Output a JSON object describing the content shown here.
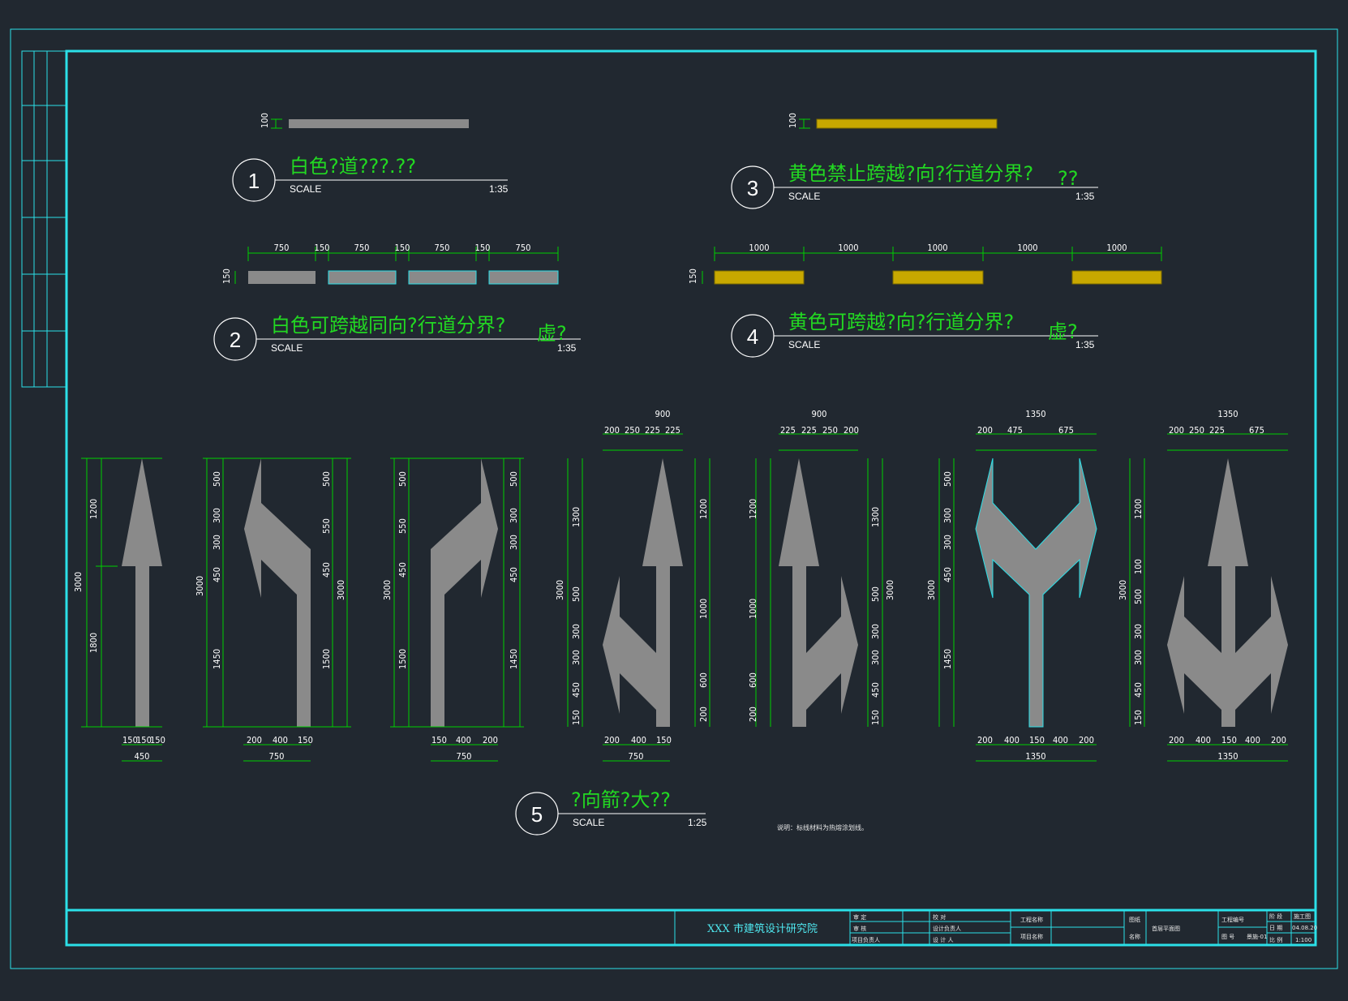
{
  "details": [
    {
      "num": "1",
      "title": "白色?道???.??",
      "scale_label": "SCALE",
      "scale": "1:35"
    },
    {
      "num": "2",
      "title": "白色可跨越同向?行道分界?",
      "suffix": "虚?",
      "scale_label": "SCALE",
      "scale": "1:35"
    },
    {
      "num": "3",
      "title": "黄色禁止跨越?向?行道分界?",
      "suffix": "??",
      "scale_label": "SCALE",
      "scale": "1:35"
    },
    {
      "num": "4",
      "title": "黄色可跨越?向?行道分界?",
      "suffix": "虚?",
      "scale_label": "SCALE",
      "scale": "1:35"
    },
    {
      "num": "5",
      "title": "?向箭?大??",
      "scale_label": "SCALE",
      "scale": "1:25"
    }
  ],
  "line_dims": {
    "d1_height": "100",
    "d3_height": "100",
    "d2_height": "150",
    "d4_height": "150",
    "d2_segments": [
      "750",
      "150",
      "750",
      "150",
      "750",
      "150",
      "750"
    ],
    "d4_segments": [
      "1000",
      "1000",
      "1000",
      "1000",
      "1000"
    ]
  },
  "arrows": {
    "a1": {
      "left": [
        "3000"
      ],
      "right": [
        "1200",
        "1800"
      ],
      "bottom": [
        "150",
        "150",
        "150"
      ],
      "total": "450"
    },
    "a2": {
      "left": [
        "3000",
        "500",
        "300",
        "300",
        "450",
        "1450"
      ],
      "right": [
        "500",
        "550",
        "450",
        "1500",
        "3000"
      ],
      "bottom": [
        "200",
        "400",
        "150"
      ],
      "total": "750"
    },
    "a3": {
      "left": [
        "3000",
        "500",
        "550",
        "450",
        "1500"
      ],
      "right": [
        "500",
        "300",
        "300",
        "450",
        "1450"
      ],
      "bottom": [
        "150",
        "400",
        "200"
      ],
      "total": "750"
    },
    "a4": {
      "top_total": "900",
      "top": [
        "200",
        "250",
        "225",
        "225"
      ],
      "left": [
        "3000",
        "1300",
        "500",
        "300",
        "300",
        "450",
        "150"
      ],
      "right": [
        "1200",
        "1000",
        "600",
        "200"
      ],
      "bottom": [
        "200",
        "400",
        "150"
      ],
      "total": "750"
    },
    "a5": {
      "top_total": "900",
      "top": [
        "225",
        "225",
        "250",
        "200"
      ],
      "left": [
        "1200",
        "1000",
        "600",
        "200"
      ],
      "right": [
        "1300",
        "500",
        "300",
        "300",
        "450",
        "150",
        "3000"
      ],
      "bottom": [],
      "total": ""
    },
    "a6": {
      "top_total": "1350",
      "top": [
        "200",
        "475",
        "675"
      ],
      "left": [
        "3000",
        "500",
        "300",
        "300",
        "450",
        "1450"
      ],
      "right": [],
      "bottom": [
        "200",
        "400",
        "150",
        "400",
        "200"
      ],
      "total": "1350"
    },
    "a7": {
      "top_total": "1350",
      "top": [
        "200",
        "250",
        "225",
        "675"
      ],
      "left": [
        "3000",
        "1200",
        "100",
        "500",
        "300",
        "300",
        "450",
        "150"
      ],
      "right": [],
      "bottom": [
        "200",
        "400",
        "150",
        "400",
        "200"
      ],
      "total": "1350"
    }
  },
  "note": "说明：标线材料为热熔涂划线。",
  "title_block": {
    "company": "XXX 市建筑设计研究院",
    "cells": [
      "审 定",
      "审 核",
      "项目负责人",
      "校 对",
      "设计负责人",
      "设 计 人",
      "工程名称",
      "项目名称",
      "图纸",
      "名称",
      "首层平面图",
      "工程编号",
      "图 号",
      "景施-01",
      "阶 段",
      "施工图",
      "日 期",
      "04.08.20",
      "比 例",
      "1:100"
    ]
  },
  "colors": {
    "frame": "#2be0e8",
    "dim": "#00d000",
    "title": "#22d822",
    "marking": "#8a8a8a",
    "yellow": "#c8a800"
  }
}
